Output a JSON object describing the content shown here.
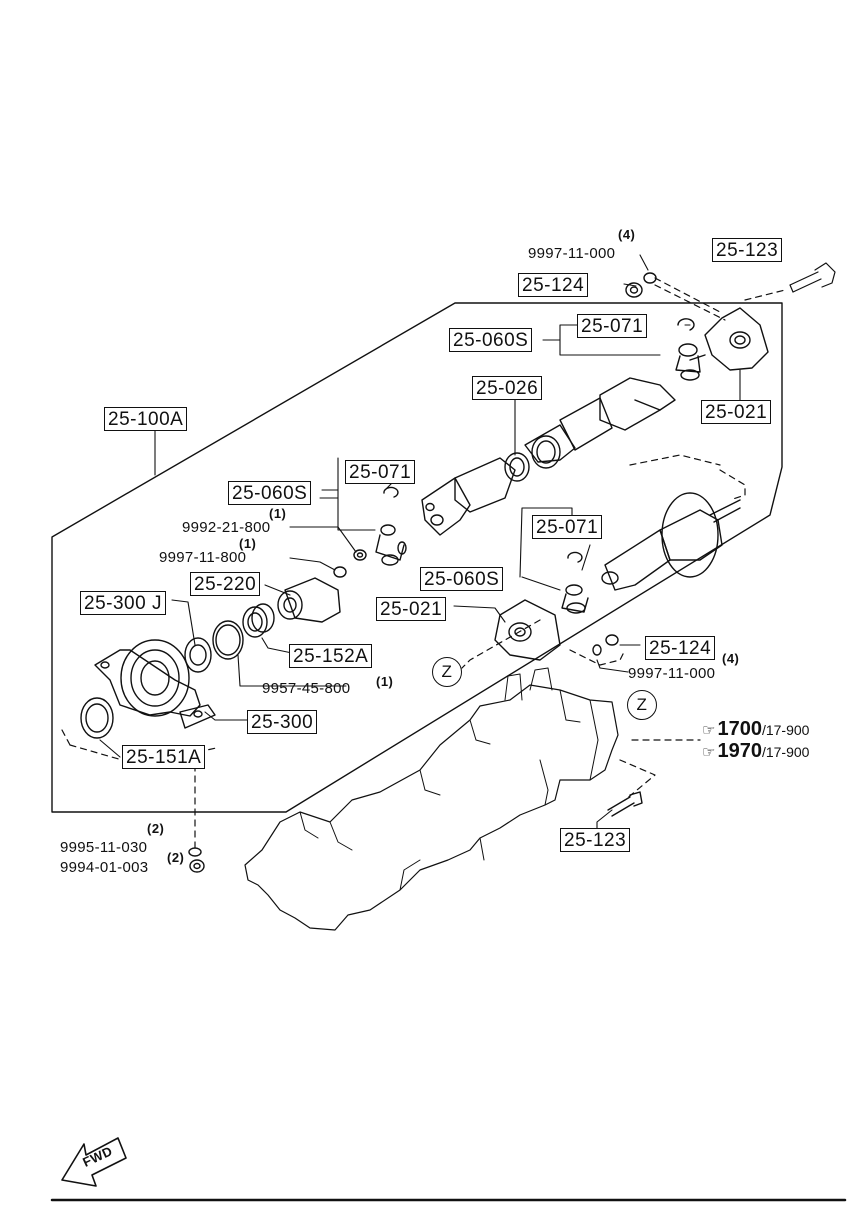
{
  "diagram": {
    "callouts": {
      "p25_123_top": "25-123",
      "p25_124_top": "25-124",
      "p25_060S_top": "25-060S",
      "p25_071_top": "25-071",
      "p25_021_top": "25-021",
      "p25_026": "25-026",
      "p25_100A": "25-100A",
      "p25_071_mid": "25-071",
      "p25_060S_mid": "25-060S",
      "p25_071_low": "25-071",
      "p25_060S_low": "25-060S",
      "p25_220": "25-220",
      "p25_300J": "25-300 J",
      "p25_021_low": "25-021",
      "p25_124_low": "25-124",
      "p25_152A": "25-152A",
      "p25_300": "25-300",
      "p25_151A": "25-151A",
      "p25_123_low": "25-123"
    },
    "parts": {
      "n9997_11_000_top": "9997-11-000",
      "q4_top": "(4)",
      "n9992_21_800": "9992-21-800",
      "q1_a": "(1)",
      "n9997_11_800": "9997-11-800",
      "q1_b": "(1)",
      "n9957_45_800": "9957-45-800",
      "q1_c": "(1)",
      "n9997_11_000_low": "9997-11-000",
      "q4_low": "(4)",
      "n9995_11_030": "9995-11-030",
      "q2_a": "(2)",
      "n9994_01_003": "9994-01-003",
      "q2_b": "(2)"
    },
    "markers": {
      "z_left": "Z",
      "z_right": "Z",
      "fwd": "FWD"
    },
    "references": [
      {
        "hand": "☞",
        "page": "1700",
        "ref": "/17-900"
      },
      {
        "hand": "☞",
        "page": "1970",
        "ref": "/17-900"
      }
    ]
  }
}
